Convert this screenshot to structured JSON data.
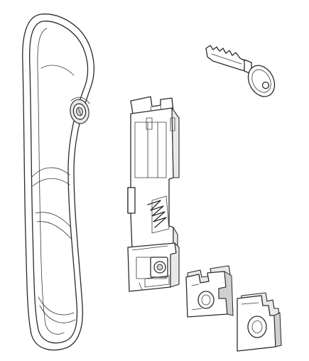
{
  "figure": {
    "background": "#ffffff",
    "stroke_color": "#2a2a2a",
    "parts": [
      {
        "id": "handle",
        "icon": "lever-handle-icon"
      },
      {
        "id": "key",
        "icon": "key-icon"
      },
      {
        "id": "lock-body",
        "icon": "lock-mechanism-icon"
      },
      {
        "id": "keeper-left",
        "icon": "keeper-bracket-icon"
      },
      {
        "id": "keeper-right",
        "icon": "keeper-plate-icon"
      }
    ]
  }
}
